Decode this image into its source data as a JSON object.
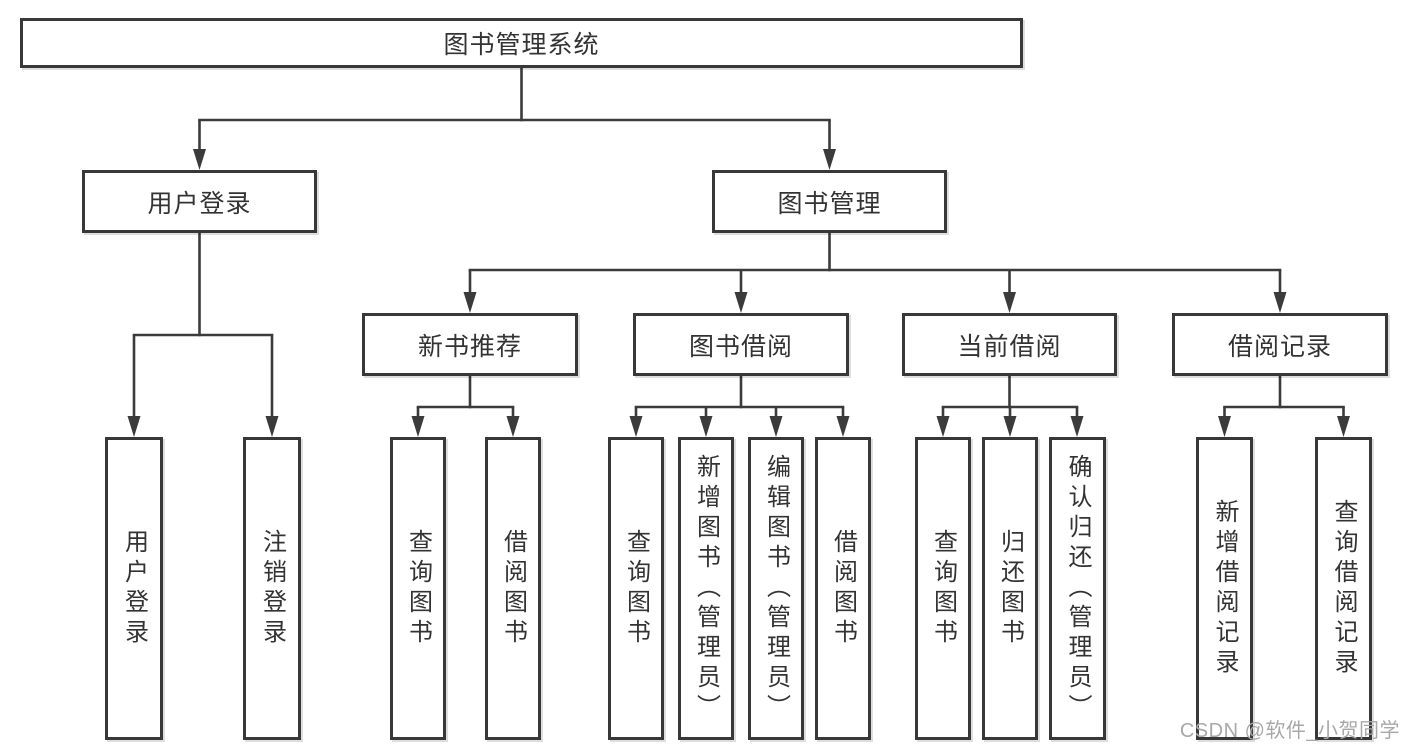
{
  "diagram": {
    "tree": {
      "root": {
        "label": "图书管理系统",
        "children": [
          {
            "label": "用户登录",
            "children": [
              {
                "label": "用户登录"
              },
              {
                "label": "注销登录"
              }
            ]
          },
          {
            "label": "图书管理",
            "children": [
              {
                "label": "新书推荐",
                "children": [
                  {
                    "label": "查询图书"
                  },
                  {
                    "label": "借阅图书"
                  }
                ]
              },
              {
                "label": "图书借阅",
                "children": [
                  {
                    "label": "查询图书"
                  },
                  {
                    "label": "新增图书（管理员）"
                  },
                  {
                    "label": "编辑图书（管理员）"
                  },
                  {
                    "label": "借阅图书"
                  }
                ]
              },
              {
                "label": "当前借阅",
                "children": [
                  {
                    "label": "查询图书"
                  },
                  {
                    "label": "归还图书"
                  },
                  {
                    "label": "确认归还（管理员）"
                  }
                ]
              },
              {
                "label": "借阅记录",
                "children": [
                  {
                    "label": "新增借阅记录"
                  },
                  {
                    "label": "查询借阅记录"
                  }
                ]
              }
            ]
          }
        ]
      }
    },
    "colors": {
      "line": "#3b3b3b",
      "box_border": "#383838",
      "text": "#333333",
      "box_background": "#ffffff",
      "watermark": "#a8a8a8"
    }
  },
  "watermark": {
    "text": "CSDN @软件_小贺同学"
  }
}
